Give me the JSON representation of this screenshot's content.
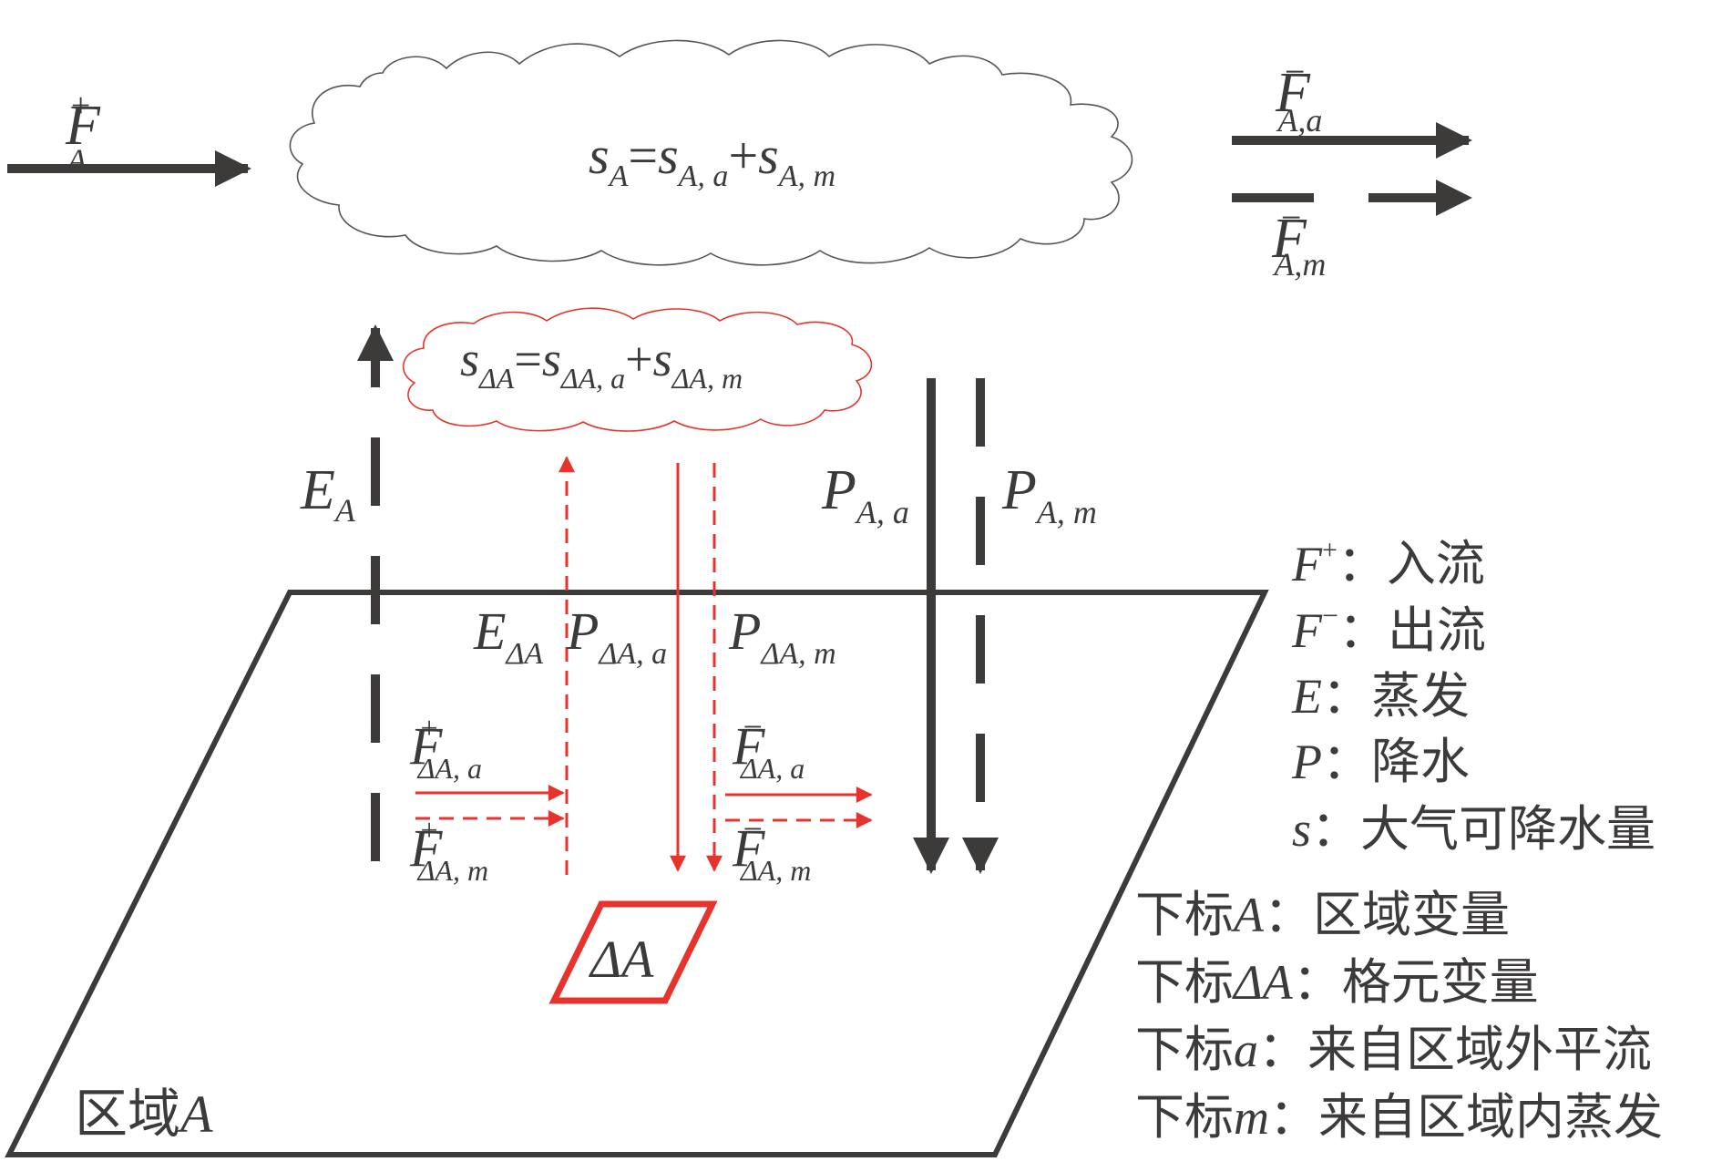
{
  "colors": {
    "dark": "#3d3a3a",
    "red": "#e8332c"
  },
  "flux": {
    "in_var": "F",
    "in_sup": "+",
    "in_sub": "A",
    "out_var": "F",
    "out_sup": "−",
    "out_a_sub": "A,a",
    "out_m_sub": "A,m"
  },
  "cloud_region": {
    "s": "s",
    "sub_A": "A",
    "eq": "=",
    "plus": "+",
    "sub_Aa": "A, a",
    "sub_Am": "A, m"
  },
  "cloud_cell": {
    "s": "s",
    "sub_dA": "ΔA",
    "eq": "=",
    "plus": "+",
    "sub_dAa": "ΔA, a",
    "sub_dAm": "ΔA, m"
  },
  "region_flux": {
    "E": "E",
    "E_sub": "A",
    "P": "P",
    "Pa_sub": "A, a",
    "Pm_sub": "A, m"
  },
  "cell_flux": {
    "E": "E",
    "E_sub": "ΔA",
    "P": "P",
    "Pa_sub": "ΔA, a",
    "Pm_sub": "ΔA, m",
    "F": "F",
    "plus": "+",
    "minus": "−",
    "Fa_sub": "ΔA, a",
    "Fm_sub": "ΔA, m"
  },
  "cell_label": "ΔA",
  "region_label": {
    "text": "区域",
    "var": "A"
  },
  "legend": {
    "f_plus": {
      "var": "F",
      "sup": "+",
      "colon": "：",
      "text": "入流"
    },
    "f_minus": {
      "var": "F",
      "sup": "−",
      "colon": "：",
      "text": "出流"
    },
    "e": {
      "var": "E",
      "colon": "：",
      "text": "蒸发"
    },
    "p": {
      "var": "P",
      "colon": "：",
      "text": "降水"
    },
    "s": {
      "var": "s",
      "colon": "：",
      "text": "大气可降水量"
    },
    "sub_A": {
      "prefix": "下标",
      "var": "A",
      "colon": "：",
      "text": "区域变量"
    },
    "sub_dA": {
      "prefix": "下标",
      "var": "ΔA",
      "colon": "：",
      "text": "格元变量"
    },
    "sub_a": {
      "prefix": "下标",
      "var": "a",
      "colon": "：",
      "text": "来自区域外平流"
    },
    "sub_m": {
      "prefix": "下标",
      "var": "m",
      "colon": "：",
      "text": "来自区域内蒸发"
    }
  }
}
